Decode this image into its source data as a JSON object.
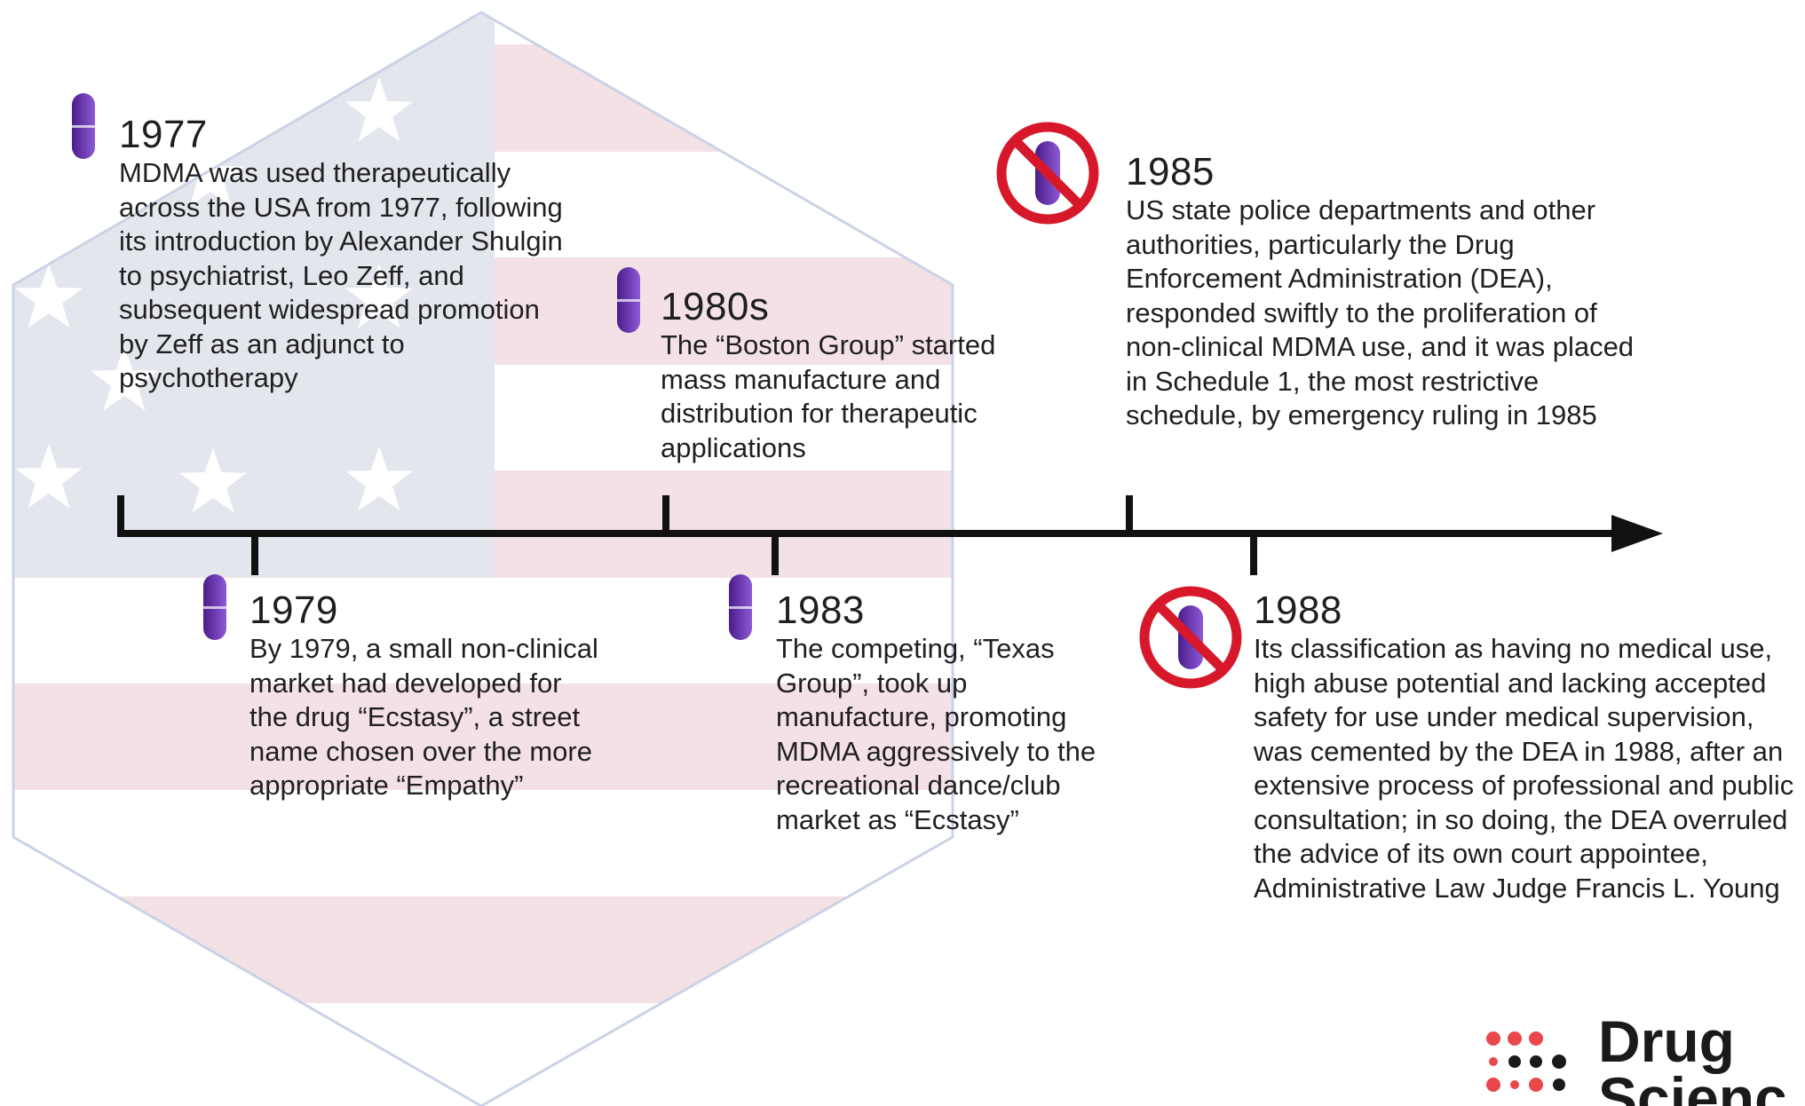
{
  "colors": {
    "flag_red": "#f3e1e5",
    "flag_blue": "#e4e6ee",
    "hex_outline": "#cad3e6",
    "pill_purple": "#6a2fb0",
    "ban_red": "#d7182a",
    "axis": "#111111",
    "logo_red": "#e8474c"
  },
  "events": [
    {
      "year": "1977",
      "text": "MDMA was used therapeutically across the USA from 1977, following its introduction by Alexander Shulgin to psychiatrist, Leo Zeff, and subsequent widespread promotion by Zeff as an adjunct to psychotherapy",
      "icon": "capsule-icon"
    },
    {
      "year": "1979",
      "text": "By 1979, a small non-clinical market had developed for the drug “Ecstasy”, a street name chosen over the more appropriate “Empathy”",
      "icon": "capsule-icon"
    },
    {
      "year": "1980s",
      "text": "The “Boston Group” started mass manufacture and distribution for therapeutic applications",
      "icon": "capsule-icon"
    },
    {
      "year": "1983",
      "text": "The competing, “Texas Group”, took up manufacture, promoting MDMA aggressively to the recreational dance/club market as “Ecstasy”",
      "icon": "capsule-icon"
    },
    {
      "year": "1985",
      "text": "US state police departments and other authorities, particularly the Drug Enforcement Administration (DEA), responded swiftly to the proliferation of non-clinical MDMA use, and it was placed in Schedule 1, the most restrictive schedule, by emergency ruling in 1985",
      "icon": "banned-capsule-icon"
    },
    {
      "year": "1988",
      "text": "Its classification as having no medical use, high abuse potential and lacking accepted safety for use under medical supervision, was cemented by the DEA in 1988, after an extensive process of professional and public consultation; in so doing, the DEA overruled the advice of its own court appointee, Administrative Law Judge Francis L. Young",
      "icon": "banned-capsule-icon"
    }
  ],
  "logo": {
    "line1": "Drug",
    "line2": "Science"
  }
}
